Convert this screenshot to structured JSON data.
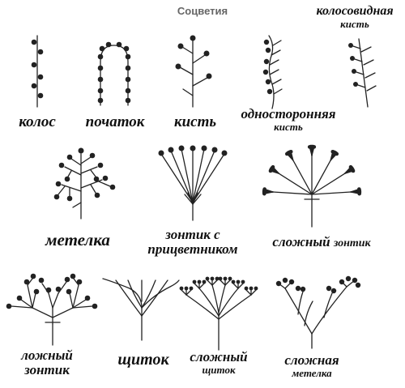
{
  "title": "Соцветия",
  "labels": {
    "kolos": "колос",
    "pochatok": "початок",
    "kist": "кисть",
    "odnostoronnyaya": "односторонняя",
    "odnostoronnyaya_2": "кисть",
    "kolosovidnaya": "колосовидная",
    "kolosovidnaya_2": "кисть",
    "metelka": "метелка",
    "zontik": "зонтик с",
    "zontik_2": "прицветником",
    "slozhny_zontik": "сложный",
    "slozhny_zontik_2": "зонтик",
    "lozhny": "ложный",
    "lozhny_2": "зонтик",
    "shchitok": "щиток",
    "slozhny_shchitok": "сложный",
    "slozhny_shchitok_2": "щиток",
    "slozhnaya_metelka": "сложная",
    "slozhnaya_metelka_2": "метелка"
  },
  "colors": {
    "ink": "#222222",
    "title": "#666666"
  }
}
